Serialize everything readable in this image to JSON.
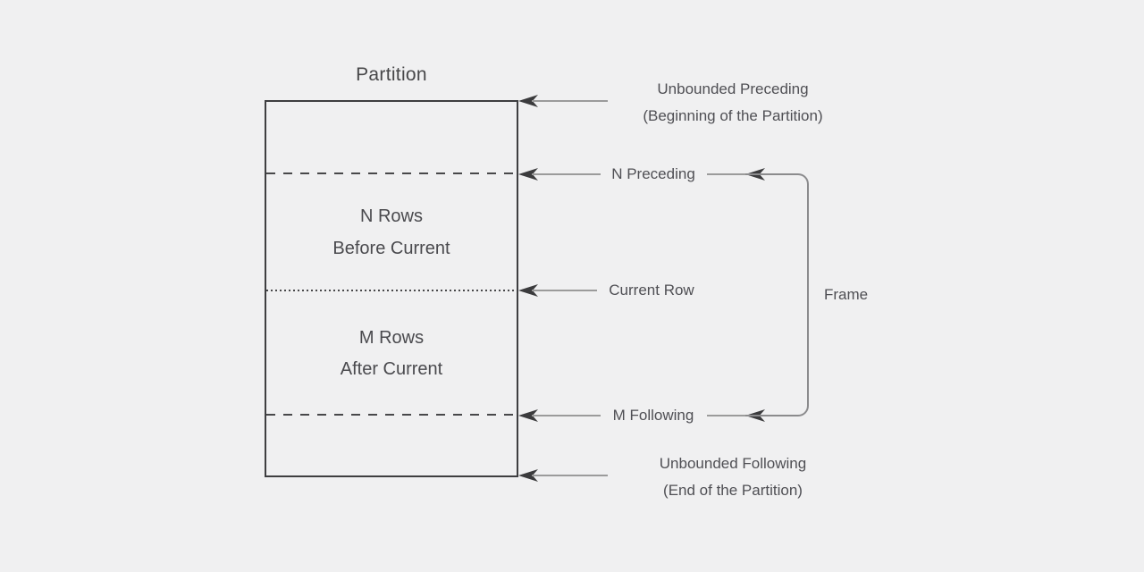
{
  "partition": {
    "title": "Partition",
    "n_rows": {
      "line1": "N Rows",
      "line2": "Before Current"
    },
    "m_rows": {
      "line1": "M Rows",
      "line2": "After Current"
    }
  },
  "markers": {
    "unbounded_preceding": {
      "line1": "Unbounded Preceding",
      "line2": "(Beginning of the Partition)"
    },
    "n_preceding": {
      "label": "N Preceding"
    },
    "current_row": {
      "label": "Current Row"
    },
    "m_following": {
      "label": "M Following"
    },
    "unbounded_following": {
      "line1": "Unbounded Following",
      "line2": "(End of the Partition)"
    }
  },
  "frame": {
    "label": "Frame"
  },
  "colors": {
    "background": "#f0f0f1",
    "box_border": "#3e3e40",
    "boundary_line": "#48484a",
    "arrow_line": "#9b9b9b",
    "arrowhead": "#3b3b3d",
    "bracket": "#8b8b8d",
    "text": "#4a4a4e"
  }
}
